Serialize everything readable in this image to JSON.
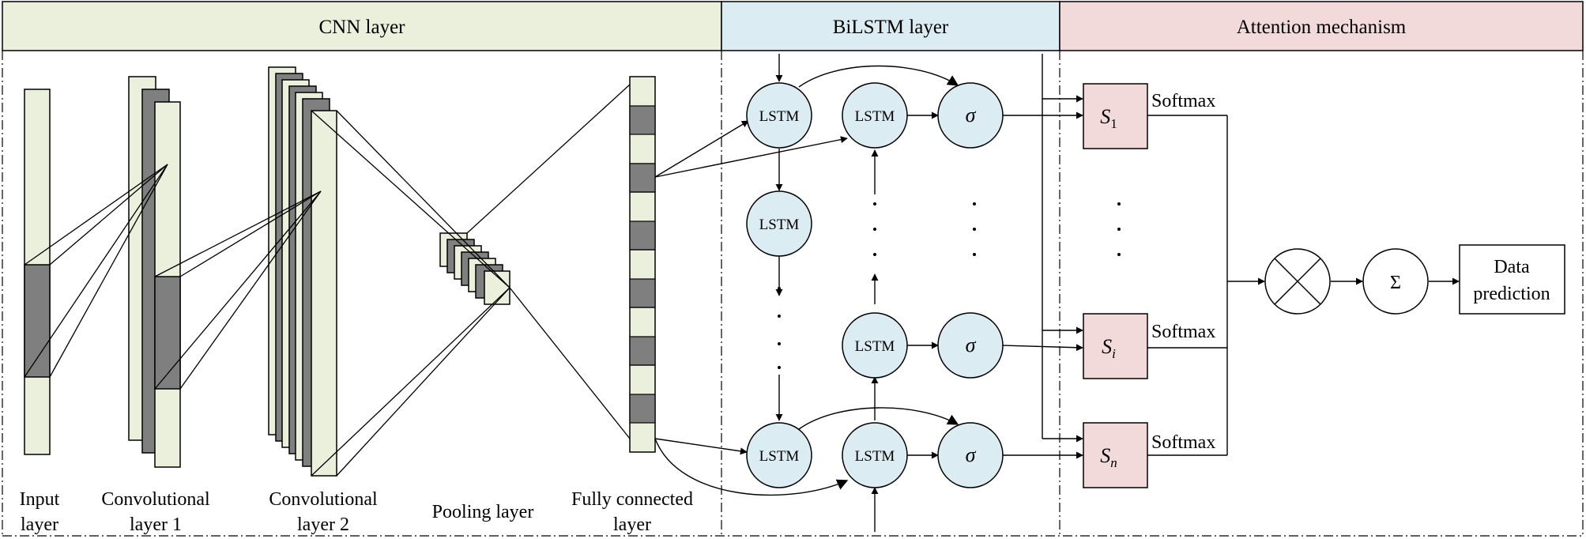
{
  "colors": {
    "cnn_panel": "#eaf0dc",
    "bilstm_panel": "#dcecf3",
    "attention_panel": "#f2dada",
    "dark_block": "#7f7f7f",
    "lstm_node": "#dcecf3"
  },
  "headers": {
    "cnn": "CNN layer",
    "bilstm": "BiLSTM layer",
    "attention": "Attention mechanism"
  },
  "cnn_labels": {
    "input_1": "Input",
    "input_2": "layer",
    "conv1_1": "Convolutional",
    "conv1_2": "layer 1",
    "conv2_1": "Convolutional",
    "conv2_2": "layer 2",
    "pooling": "Pooling layer",
    "fc_1": "Fully connected",
    "fc_2": "layer"
  },
  "bilstm": {
    "lstm_label": "LSTM",
    "sigma_symbol": "σ"
  },
  "attention": {
    "s1_base": "S",
    "s1_sub": "1",
    "si_base": "S",
    "si_sub": "i",
    "sn_base": "S",
    "sn_sub": "n",
    "softmax": "Softmax",
    "multiply_symbol": "⊗",
    "sum_symbol": "Σ",
    "prediction_1": "Data",
    "prediction_2": "prediction"
  }
}
